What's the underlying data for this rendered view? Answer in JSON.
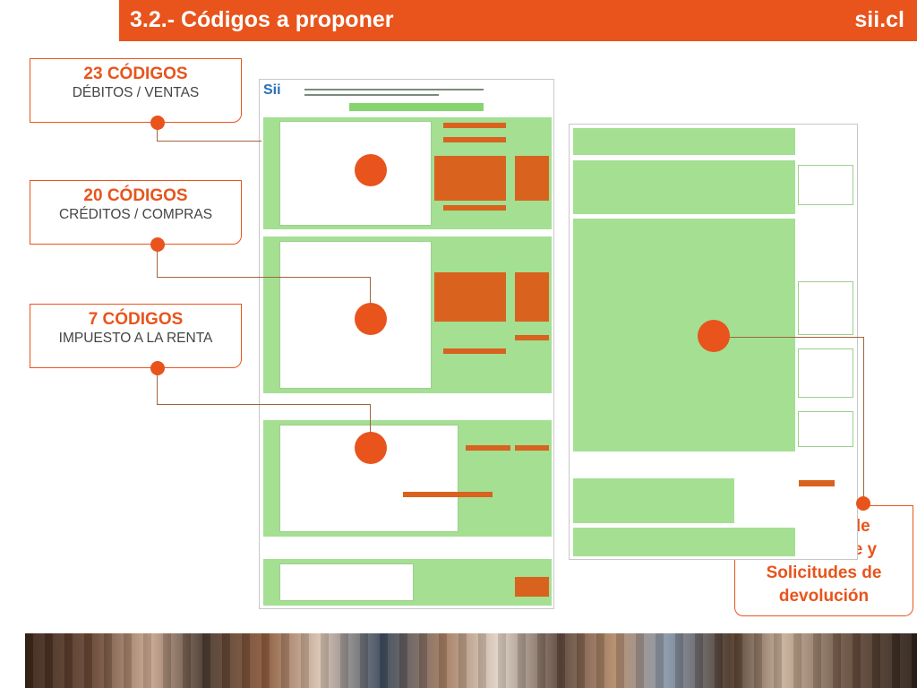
{
  "header": {
    "title": "3.2.- Códigos a proponer",
    "logo": "sii.cl",
    "bar_color": "#e8541c"
  },
  "callouts": [
    {
      "count": "23 CÓDIGOS",
      "label": "DÉBITOS / VENTAS"
    },
    {
      "count": "20 CÓDIGOS",
      "label": "CRÉDITOS / COMPRAS"
    },
    {
      "count": "7 CÓDIGOS",
      "label": "IMPUESTO A LA RENTA"
    }
  ],
  "callout_right": {
    "lines": [
      "Códigos de",
      "Remanente y",
      "Solicitudes de",
      "devolución"
    ]
  },
  "form": {
    "logo_text": "Sii"
  },
  "colors": {
    "accent": "#e8541c",
    "form_green": "#86d46e",
    "form_orange": "#d9621f"
  }
}
